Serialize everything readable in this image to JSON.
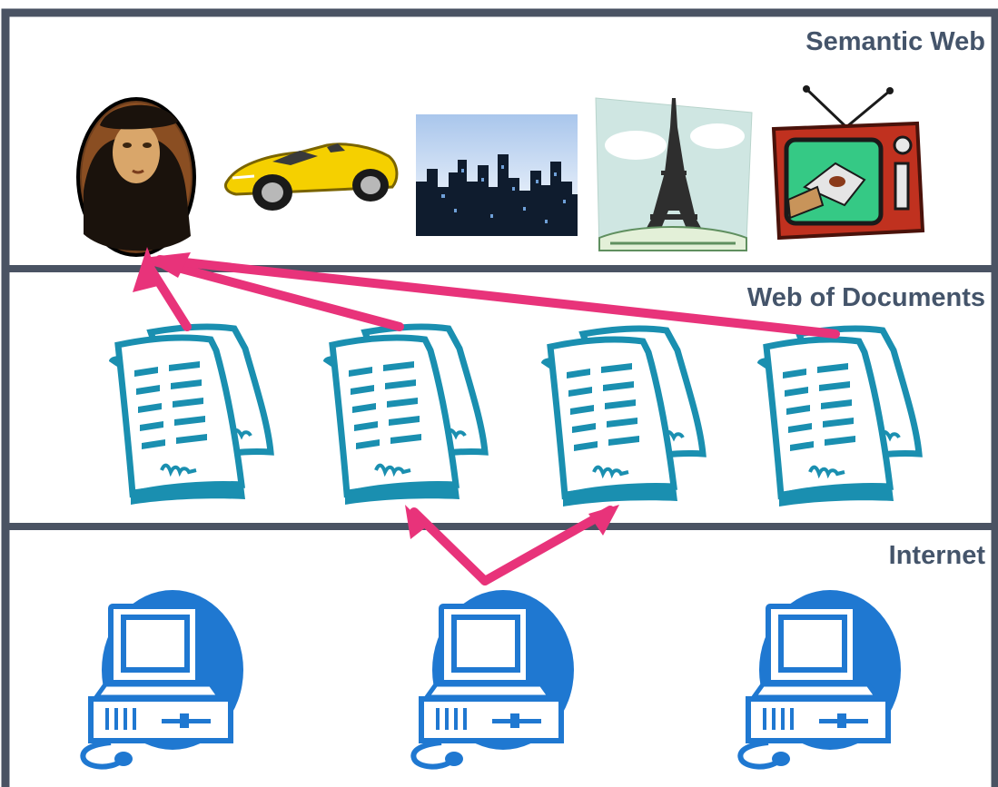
{
  "layers": [
    {
      "id": "semantic",
      "title": "Semantic Web"
    },
    {
      "id": "documents",
      "title": "Web of Documents"
    },
    {
      "id": "internet",
      "title": "Internet"
    }
  ],
  "colors": {
    "frame": "#4a5363",
    "title": "#44546a",
    "arrow": "#e8337a",
    "document": "#1a8fb0",
    "computer": "#1f78d1"
  },
  "semantic_items": [
    "portrait-icon",
    "sports-car-icon",
    "city-skyline-icon",
    "eiffel-tower-icon",
    "television-icon"
  ],
  "document_items": [
    "document-icon",
    "document-icon",
    "document-icon",
    "document-icon"
  ],
  "computer_items": [
    "computer-icon",
    "computer-icon",
    "computer-icon"
  ]
}
